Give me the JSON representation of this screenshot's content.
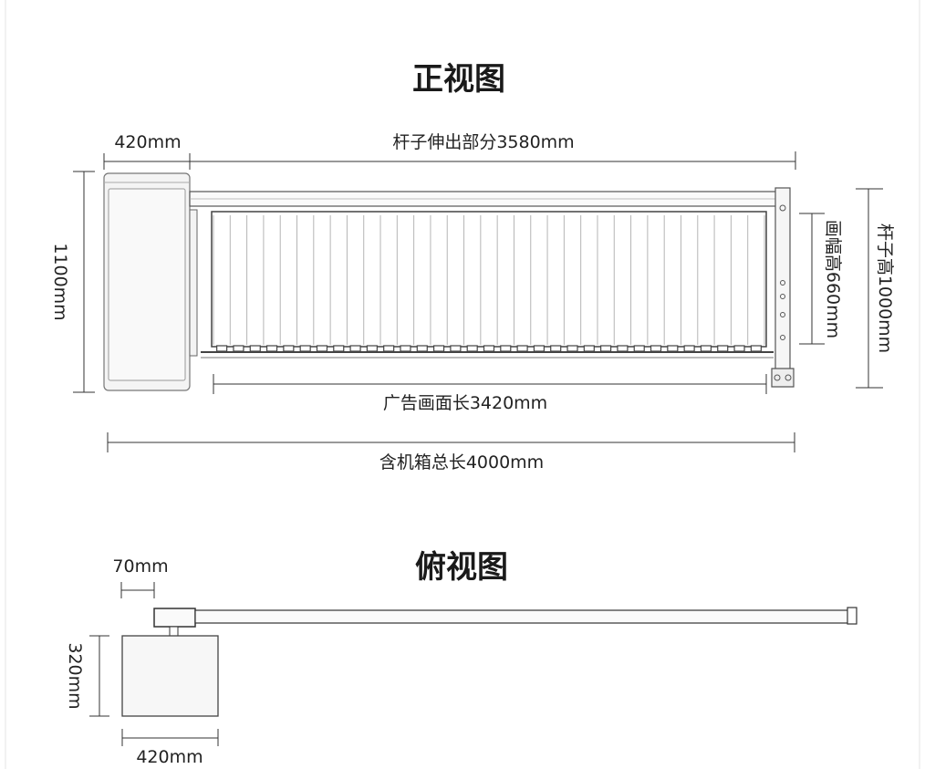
{
  "front_view": {
    "title": "正视图",
    "dim_box_width": "420mm",
    "dim_arm_extension": "杆子伸出部分3580mm",
    "dim_box_height": "1100mm",
    "dim_banner_height": "画幅高660mm",
    "dim_pole_height": "杆子高1000mm",
    "dim_banner_length": "广告画面长3420mm",
    "dim_total_length": "含机箱总长4000mm",
    "slat_count": 33
  },
  "top_view": {
    "title": "俯视图",
    "dim_offset": "70mm",
    "dim_depth": "320mm",
    "dim_width": "420mm"
  }
}
